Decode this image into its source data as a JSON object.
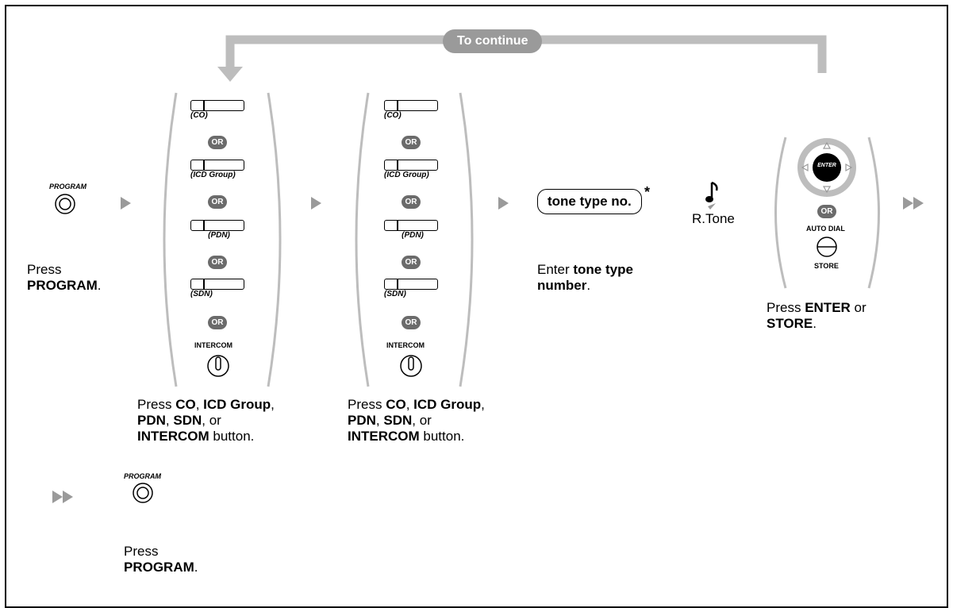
{
  "continue_label": "To continue",
  "program_label": "PROGRAM",
  "step1": {
    "line1": "Press",
    "bold": "PROGRAM",
    "tail": "."
  },
  "btn_labels": {
    "co": "(CO)",
    "icd": "(ICD Group)",
    "pdn": "(PDN)",
    "sdn": "(SDN)",
    "intercom": "INTERCOM",
    "or": "OR"
  },
  "step2": {
    "t1": "Press ",
    "b1": "CO",
    "t2": ", ",
    "b2": "ICD Group",
    "t3": ",",
    "b3": "PDN",
    "t4": ", ",
    "b4": "SDN",
    "t5": ", or",
    "b5": "INTERCOM",
    "t6": " button."
  },
  "tone_box": "tone type no.",
  "asterisk": "*",
  "step4": {
    "t1": "Enter ",
    "b1": "tone type",
    "b2": "number",
    "t2": "."
  },
  "rtone": "R.Tone",
  "enter_label": "ENTER",
  "auto_dial": "AUTO DIAL",
  "store": "STORE",
  "step5": {
    "t1": "Press ",
    "b1": "ENTER",
    "t2": " or",
    "b2": "STORE",
    "t3": "."
  },
  "step6": {
    "line1": "Press",
    "bold": "PROGRAM",
    "tail": "."
  },
  "colors": {
    "gray": "#9a9a9a",
    "or_badge": "#6b6b6b"
  }
}
